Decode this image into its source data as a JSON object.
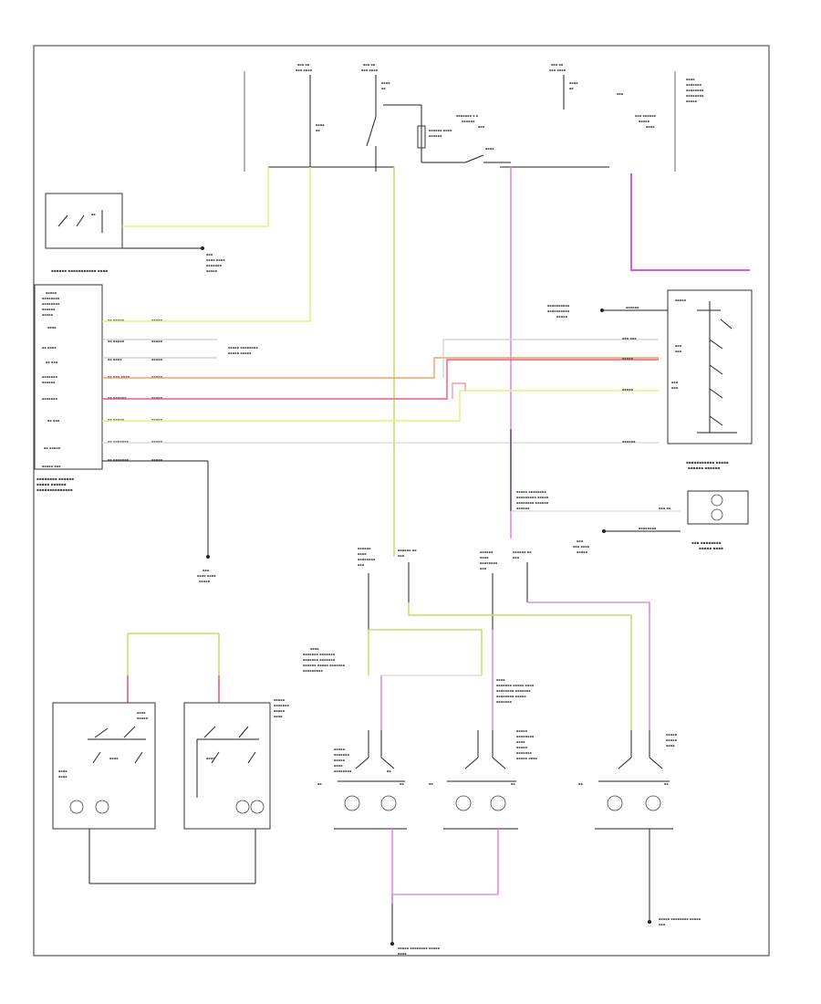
{
  "diagram": {
    "footer_code": "",
    "colors": {
      "yellow": "#e6f27a",
      "green": "#b9e86a",
      "pink": "#e48be8",
      "magenta": "#d957e3",
      "red": "#ee5a78",
      "orange": "#f2a25a",
      "gray": "#bdbdbd",
      "black": "#222222"
    },
    "components": [
      {
        "id": "engine-compartment-lamp",
        "label": ""
      },
      {
        "id": "smart-junction-box",
        "label": ""
      },
      {
        "id": "left-footwell-lamp",
        "label": ""
      },
      {
        "id": "right-footwell-lamp",
        "label": ""
      },
      {
        "id": "front-courtesy-lamp-1",
        "label": ""
      },
      {
        "id": "front-courtesy-lamp-2",
        "label": ""
      },
      {
        "id": "rear-courtesy-lamp",
        "label": ""
      },
      {
        "id": "instrument-panel-dimmer",
        "label": ""
      },
      {
        "id": "glove-box-lamp",
        "label": ""
      },
      {
        "id": "hood-ajar-switch",
        "label": ""
      }
    ]
  }
}
